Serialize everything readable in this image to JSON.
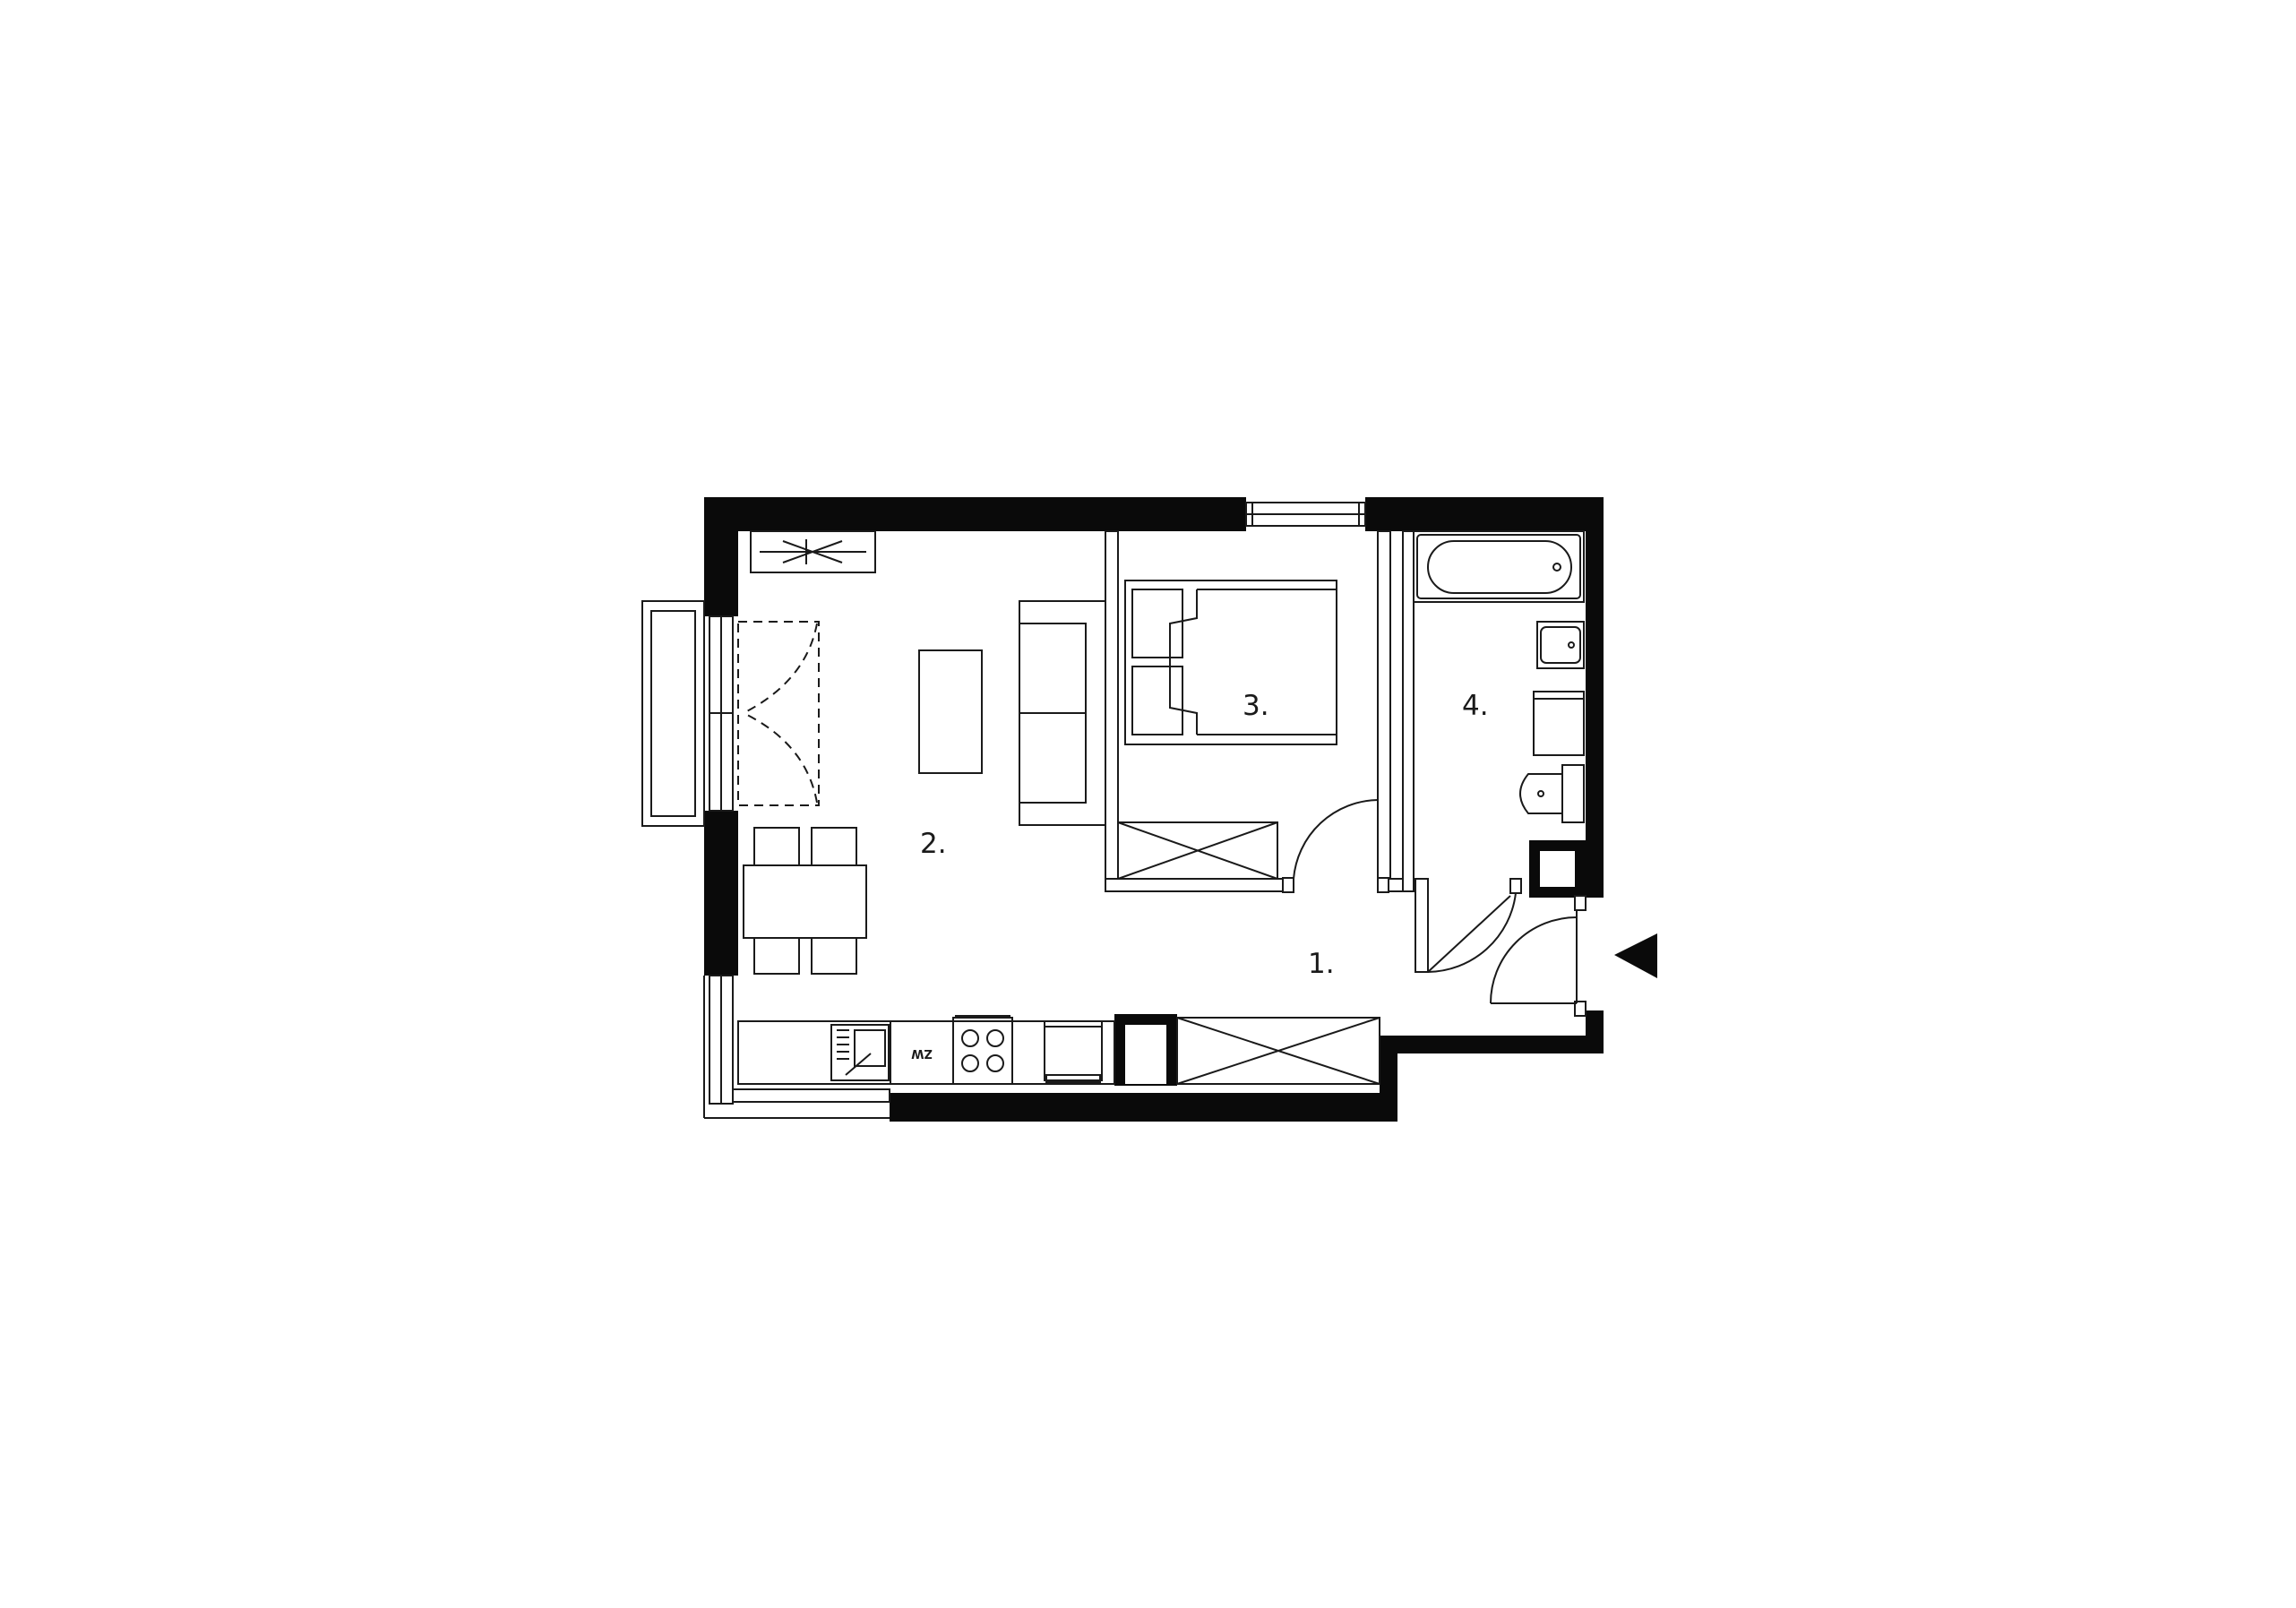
{
  "rooms": [
    {
      "id": "hall",
      "label": "1."
    },
    {
      "id": "living",
      "label": "2."
    },
    {
      "id": "bedroom",
      "label": "3."
    },
    {
      "id": "bathroom",
      "label": "4."
    }
  ],
  "kitchen": {
    "appliance_label": "ZW"
  },
  "colors": {
    "wall": "#0a0a0a",
    "line": "#1a1a1a",
    "background": "#ffffff"
  }
}
